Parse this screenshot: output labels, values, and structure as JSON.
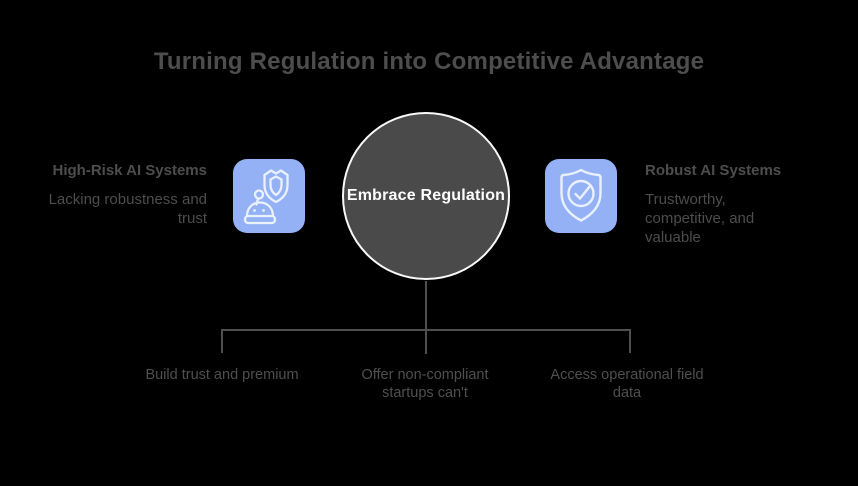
{
  "title": "Turning Regulation into Competitive Advantage",
  "center_node": {
    "label": "Embrace Regulation"
  },
  "left_node": {
    "heading": "High-Risk AI Systems",
    "body_lines": [
      "Lacking robustness and",
      "trust"
    ],
    "icon": "robot-shield-icon"
  },
  "right_node": {
    "heading": "Robust AI Systems",
    "body_lines": [
      "Trustworthy,",
      "competitive, and",
      "valuable"
    ],
    "icon": "shield-check-icon"
  },
  "benefits": [
    {
      "lines": [
        "Build trust and premium",
        ""
      ]
    },
    {
      "lines": [
        "Offer non-compliant",
        "startups can't"
      ]
    },
    {
      "lines": [
        "Access operational field",
        "data"
      ]
    }
  ],
  "colors": {
    "background": "#000000",
    "text_gray": "#4d4d4d",
    "connector_gray": "#4f4f4f",
    "circle_fill": "#4a4a4a",
    "circle_border": "#f8f8f8",
    "circle_text": "#ffffff",
    "icon_background": "#94b1f5",
    "icon_stroke": "#e9f0fe"
  }
}
